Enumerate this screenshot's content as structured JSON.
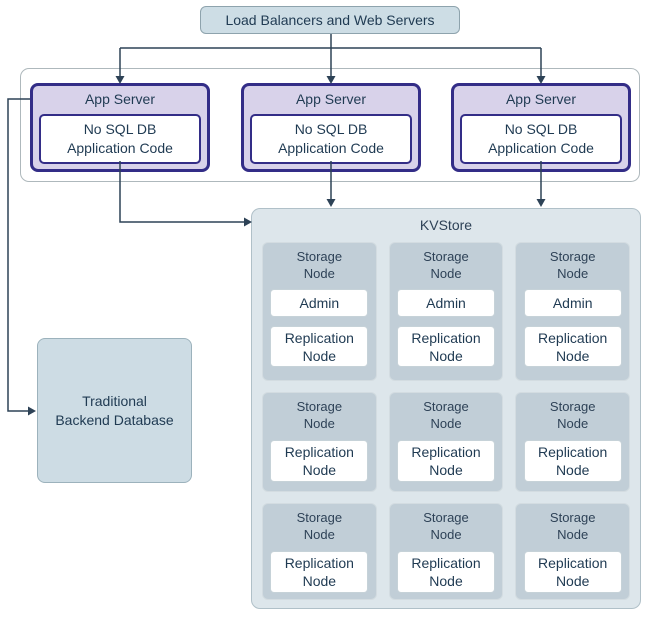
{
  "diagram": {
    "load_balancer": {
      "label": "Load Balancers and Web Servers"
    },
    "app_servers": [
      {
        "label": "App Server",
        "code_line1": "No SQL DB",
        "code_line2": "Application Code"
      },
      {
        "label": "App Server",
        "code_line1": "No SQL DB",
        "code_line2": "Application Code"
      },
      {
        "label": "App Server",
        "code_line1": "No SQL DB",
        "code_line2": "Application Code"
      }
    ],
    "kvstore": {
      "title": "KVStore",
      "storage_nodes": [
        {
          "name_line1": "Storage",
          "name_line2": "Node",
          "admin_label": "Admin",
          "replication_line1": "Replication",
          "replication_line2": "Node"
        },
        {
          "name_line1": "Storage",
          "name_line2": "Node",
          "admin_label": "Admin",
          "replication_line1": "Replication",
          "replication_line2": "Node"
        },
        {
          "name_line1": "Storage",
          "name_line2": "Node",
          "admin_label": "Admin",
          "replication_line1": "Replication",
          "replication_line2": "Node"
        },
        {
          "name_line1": "Storage",
          "name_line2": "Node",
          "replication_line1": "Replication",
          "replication_line2": "Node"
        },
        {
          "name_line1": "Storage",
          "name_line2": "Node",
          "replication_line1": "Replication",
          "replication_line2": "Node"
        },
        {
          "name_line1": "Storage",
          "name_line2": "Node",
          "replication_line1": "Replication",
          "replication_line2": "Node"
        },
        {
          "name_line1": "Storage",
          "name_line2": "Node",
          "replication_line1": "Replication",
          "replication_line2": "Node"
        },
        {
          "name_line1": "Storage",
          "name_line2": "Node",
          "replication_line1": "Replication",
          "replication_line2": "Node"
        },
        {
          "name_line1": "Storage",
          "name_line2": "Node",
          "replication_line1": "Replication",
          "replication_line2": "Node"
        }
      ]
    },
    "backend_db": {
      "line1": "Traditional",
      "line2": "Backend Database"
    }
  },
  "colors": {
    "app_server_border": "#332d87",
    "app_server_fill": "#d8d2ea",
    "load_balancer_fill": "#cddde5",
    "kvstore_fill": "#dde6eb",
    "storage_node_fill": "#c1ced7",
    "backend_db_fill": "#cddce4",
    "connector_line": "#2d4256",
    "text": "#1f3a52"
  }
}
